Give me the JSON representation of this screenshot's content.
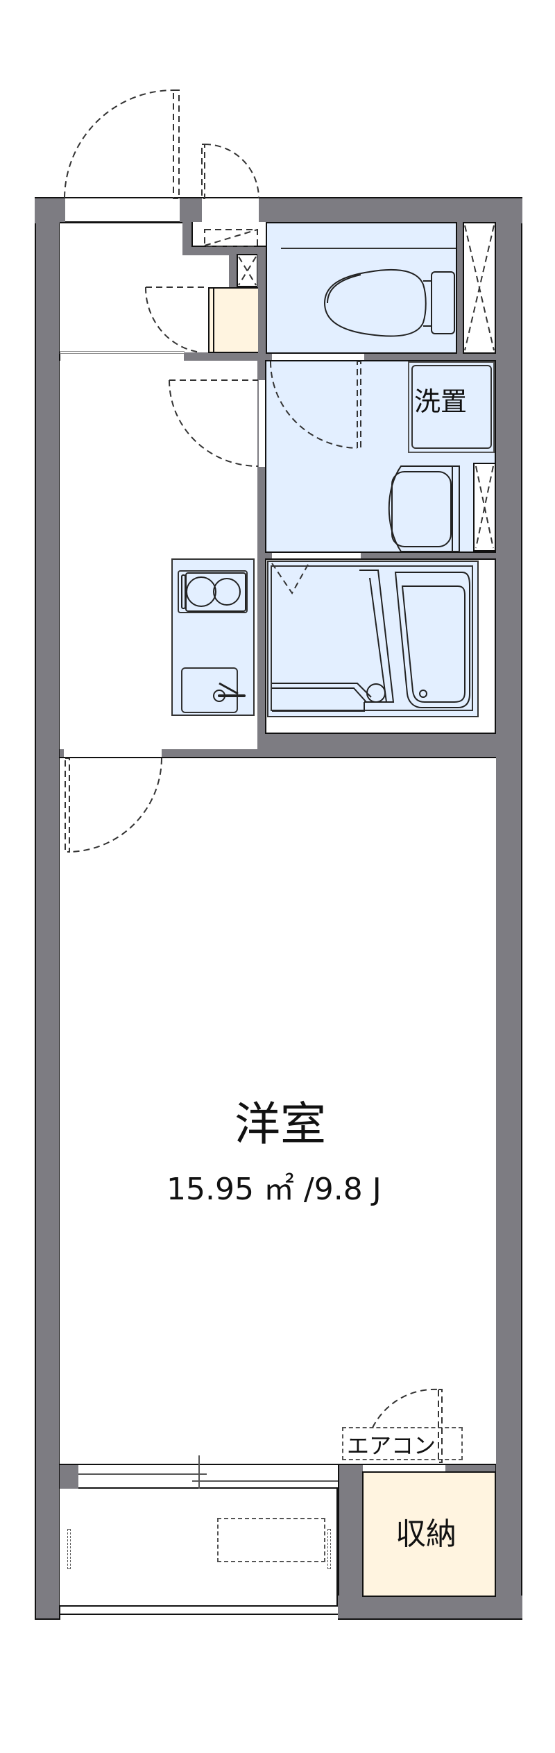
{
  "floorplan": {
    "colors": {
      "wall": "#7d7c82",
      "wet_area": "#e3efff",
      "storage": "#fff4e0",
      "floor": "#ffffff",
      "line": "#111111"
    },
    "rooms": {
      "western_room": {
        "label": "洋室",
        "area": "15.95 ㎡ /9.8 J"
      },
      "washer_space": {
        "label": "洗置"
      },
      "storage_closet": {
        "label": "収納"
      },
      "aircon": {
        "label": "エアコン"
      },
      "toilet": {
        "label": ""
      },
      "bathroom": {
        "label": ""
      },
      "kitchen": {
        "label": ""
      },
      "entrance": {
        "label": ""
      },
      "balcony": {
        "label": ""
      }
    },
    "icons": [
      "toilet-icon",
      "washing-machine-space-icon",
      "washbasin-icon",
      "bathtub-icon",
      "stove-icon",
      "kitchen-sink-icon",
      "pipe-shaft-icon",
      "outdoor-unit-icon",
      "door-swing-icon"
    ]
  }
}
